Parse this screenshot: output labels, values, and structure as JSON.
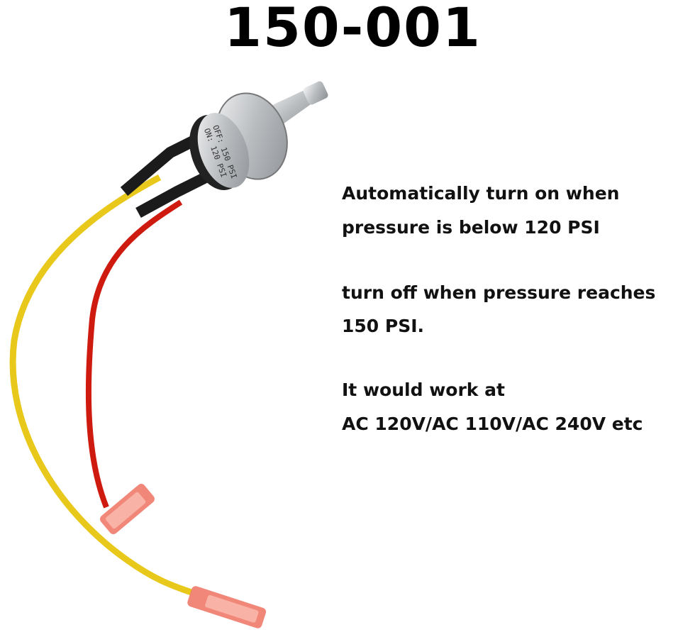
{
  "title": "150-001",
  "switch_label": {
    "off": "OFF: 150 PSI",
    "on": "ON: 120 PSI"
  },
  "description": {
    "line1": "Automatically turn on when",
    "line2": "pressure is below 120 PSI",
    "line3": "turn off when pressure reaches",
    "line4": "150 PSI.",
    "line5": "It would work at",
    "line6": "AC 120V/AC 110V/AC 240V etc"
  },
  "colors": {
    "yellow_wire": "#f2d21c",
    "red_wire": "#d8140e",
    "terminal": "#f07a6a",
    "metal": "#c8cacc"
  }
}
